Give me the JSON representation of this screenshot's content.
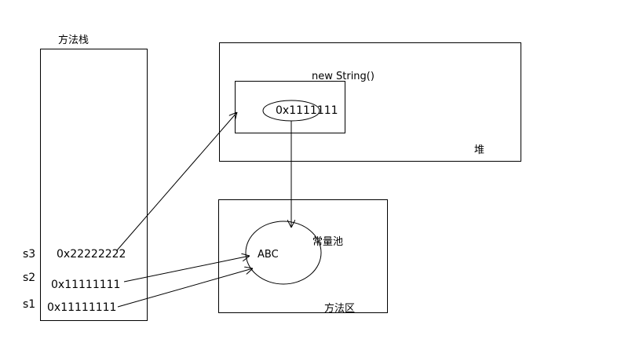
{
  "stack": {
    "title": "方法栈",
    "vars": [
      {
        "name": "s3",
        "value": "0x22222222"
      },
      {
        "name": "s2",
        "value": "0x11111111"
      },
      {
        "name": "s1",
        "value": "0x11111111"
      }
    ]
  },
  "heap": {
    "title": "堆",
    "object_label": "new String()",
    "object_address": "0x1111111"
  },
  "method_area": {
    "title": "方法区",
    "pool_title": "常量池",
    "pool_value": "ABC"
  }
}
